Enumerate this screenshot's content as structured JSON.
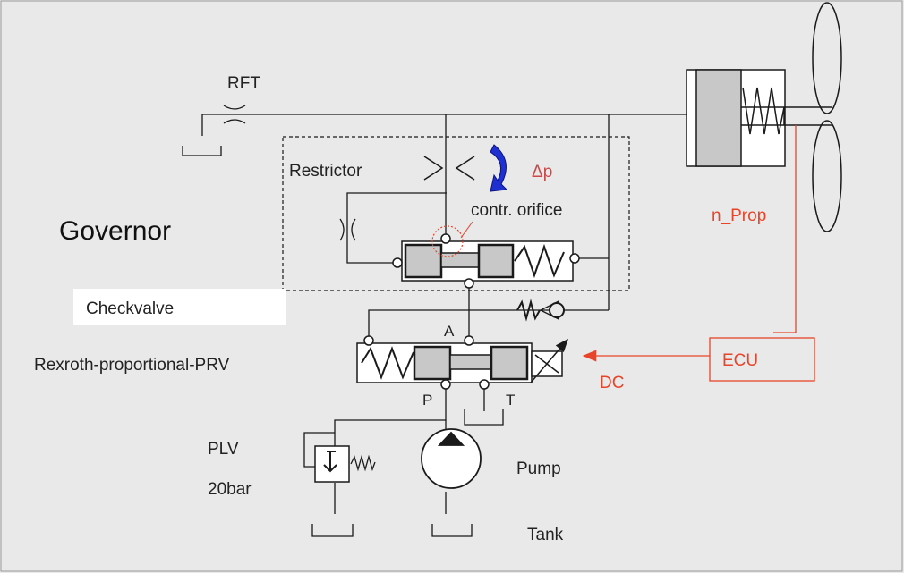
{
  "labels": {
    "rft": "RFT",
    "restrictor": "Restrictor",
    "delta_p": "Δp",
    "orifice": "contr. orifice",
    "governor": "Governor",
    "checkvalve": "Checkvalve",
    "prv": "Rexroth-proportional-PRV",
    "port_a": "A",
    "port_p": "P",
    "port_t": "T",
    "plv": "PLV",
    "plv_pressure": "20bar",
    "pump": "Pump",
    "tank": "Tank",
    "n_prop": "n_Prop",
    "ecu": "ECU",
    "dc": "DC"
  },
  "colors": {
    "background": "#e9e9e9",
    "line": "#1a1a1a",
    "accent": "#e8442a",
    "delta_p": "#c84a4a",
    "spool": "#c8c8c8",
    "arrow_blue": "#1f2fd0",
    "checkvalve_bg": "#ffffff"
  }
}
